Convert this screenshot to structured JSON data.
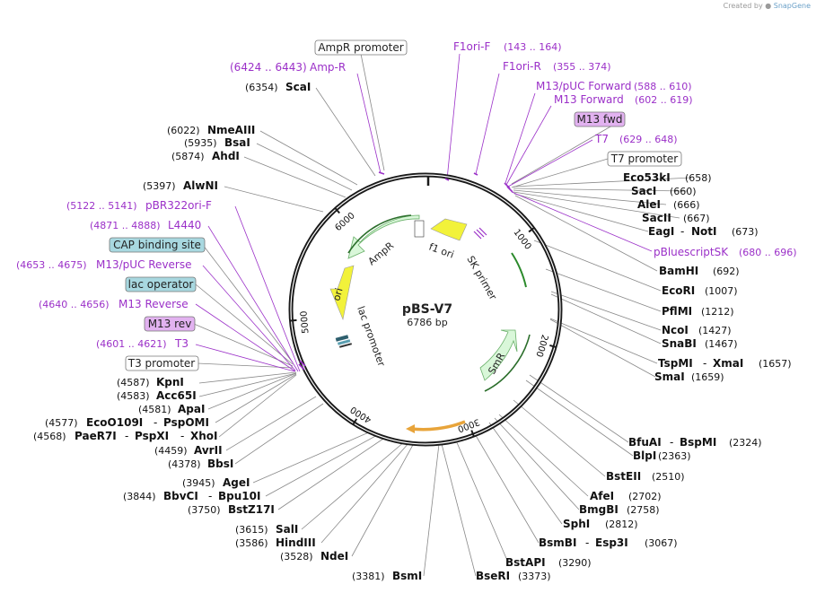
{
  "credit": {
    "prefix": "Created by",
    "brand": "SnapGene"
  },
  "plasmid": {
    "name": "pBS-V7",
    "size": "6786 bp"
  },
  "ticks": [
    "1000",
    "2000",
    "3000",
    "4000",
    "5000",
    "6000"
  ],
  "features": [
    {
      "label": "AmpR"
    },
    {
      "label": "ori"
    },
    {
      "label": "f1 ori"
    },
    {
      "label": "SK primer"
    },
    {
      "label": "lac promoter"
    },
    {
      "label": "SmR"
    }
  ],
  "sites": [
    {
      "name": "ScaI",
      "pos": "(6354)"
    },
    {
      "name": "NmeAIII",
      "pos": "(6022)"
    },
    {
      "name": "BsaI",
      "pos": "(5935)"
    },
    {
      "name": "AhdI",
      "pos": "(5874)"
    },
    {
      "name": "AlwNI",
      "pos": "(5397)"
    },
    {
      "name": "Eco53kI",
      "pos": "(658)"
    },
    {
      "name": "SacI",
      "pos": "(660)"
    },
    {
      "name": "AleI",
      "pos": "(666)"
    },
    {
      "name": "SacII",
      "pos": "(667)"
    },
    {
      "name": "EagI",
      "name2": "NotI",
      "pos": "(673)"
    },
    {
      "name": "BamHI",
      "pos": "(692)"
    },
    {
      "name": "EcoRI",
      "pos": "(1007)"
    },
    {
      "name": "PflMI",
      "pos": "(1212)"
    },
    {
      "name": "NcoI",
      "pos": "(1427)"
    },
    {
      "name": "SnaBI",
      "pos": "(1467)"
    },
    {
      "name": "TspMI",
      "name2": "XmaI",
      "pos": "(1657)"
    },
    {
      "name": "SmaI",
      "pos": "(1659)"
    },
    {
      "name": "BfuAI",
      "name2": "BspMI",
      "pos": "(2324)"
    },
    {
      "name": "BlpI",
      "pos": "(2363)"
    },
    {
      "name": "BstEII",
      "pos": "(2510)"
    },
    {
      "name": "AfeI",
      "pos": "(2702)"
    },
    {
      "name": "BmgBI",
      "pos": "(2758)"
    },
    {
      "name": "SphI",
      "pos": "(2812)"
    },
    {
      "name": "BsmBI",
      "name2": "Esp3I",
      "pos": "(3067)"
    },
    {
      "name": "BstAPI",
      "pos": "(3290)"
    },
    {
      "name": "BseRI",
      "pos": "(3373)"
    },
    {
      "name": "BsmI",
      "pos": "(3381)"
    },
    {
      "name": "NdeI",
      "pos": "(3528)"
    },
    {
      "name": "HindIII",
      "pos": "(3586)"
    },
    {
      "name": "SalI",
      "pos": "(3615)"
    },
    {
      "name": "BstZ17I",
      "pos": "(3750)"
    },
    {
      "name": "BbvCI",
      "name2": "Bpu10I",
      "pos": "(3844)"
    },
    {
      "name": "AgeI",
      "pos": "(3945)"
    },
    {
      "name": "BbsI",
      "pos": "(4378)"
    },
    {
      "name": "AvrII",
      "pos": "(4459)"
    },
    {
      "name": "PaeR7I",
      "name2": "PspXI",
      "name3": "XhoI",
      "pos": "(4568)"
    },
    {
      "name": "EcoO109I",
      "name2": "PspOMI",
      "pos": "(4577)"
    },
    {
      "name": "ApaI",
      "pos": "(4581)"
    },
    {
      "name": "Acc65I",
      "pos": "(4583)"
    },
    {
      "name": "KpnI",
      "pos": "(4587)"
    }
  ],
  "primers": [
    {
      "name": "Amp-R",
      "range": "(6424 .. 6443)"
    },
    {
      "name": "F1ori-F",
      "range": "(143 .. 164)"
    },
    {
      "name": "F1ori-R",
      "range": "(355 .. 374)"
    },
    {
      "name": "M13/pUC Forward",
      "range": "(588 .. 610)"
    },
    {
      "name": "M13 Forward",
      "range": "(602 .. 619)"
    },
    {
      "name": "T7",
      "range": "(629 .. 648)"
    },
    {
      "name": "pBluescriptSK",
      "range": "(680 .. 696)"
    },
    {
      "name": "pBR322ori-F",
      "range": "(5122 .. 5141)"
    },
    {
      "name": "L4440",
      "range": "(4871 .. 4888)"
    },
    {
      "name": "M13/pUC Reverse",
      "range": "(4653 .. 4675)"
    },
    {
      "name": "M13 Reverse",
      "range": "(4640 .. 4656)"
    },
    {
      "name": "T3",
      "range": "(4601 .. 4621)"
    }
  ],
  "boxes": [
    {
      "label": "AmpR promoter"
    },
    {
      "label": "M13 fwd"
    },
    {
      "label": "T7 promoter"
    },
    {
      "label": "CAP binding site"
    },
    {
      "label": "lac operator"
    },
    {
      "label": "M13 rev"
    },
    {
      "label": "T3 promoter"
    }
  ],
  "colors": {
    "primer": "#9b30c8",
    "backbone": "#1a1a1a",
    "AmpR": "#d9f7d9",
    "ori": "#f2f23a",
    "f1ori": "#f2f23a",
    "SmR": "#d9f7d9",
    "promoter_box": "#ffffff",
    "protein_bind_box": "#a8d8e0",
    "primer_bind_box": "#e2b2f0"
  }
}
